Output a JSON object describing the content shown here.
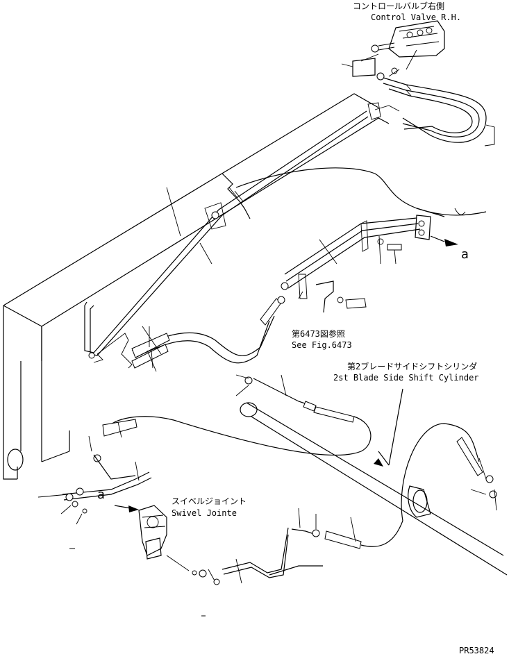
{
  "labels": {
    "control_valve_jp": "コントロールバルブ右側",
    "control_valve_en": "Control Valve R.H.",
    "see_fig_jp": "第6473図参照",
    "see_fig_en": "See Fig.6473",
    "cylinder_jp": "第2ブレードサイドシフトシリンダ",
    "cylinder_en": "2st Blade Side Shift Cylinder",
    "swivel_jp": "スイベルジョイント",
    "swivel_en": "Swivel Jointe",
    "ref_a_right": "a",
    "ref_a_left": "a",
    "drawing_no": "PR53824"
  }
}
